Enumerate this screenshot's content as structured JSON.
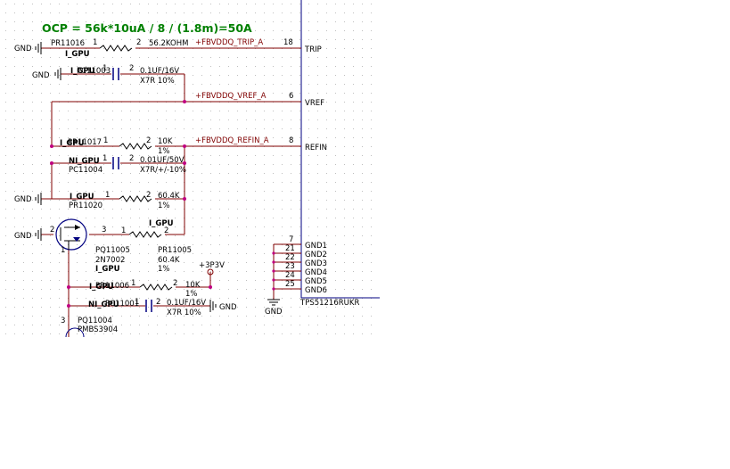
{
  "colors": {
    "wire": "#800000",
    "grid": "#bfbfbf",
    "equation": "#008000",
    "net": "#800000",
    "body": "#000080",
    "junction": "#c00080",
    "ic_line": "#000080"
  },
  "equation": "OCP = 56k*10uA / 8 / (1.8m)=50A",
  "gnd_label": "GND",
  "supply_label": "+3P3V",
  "ic": {
    "name": "TPS51216RUKR",
    "pins": [
      {
        "num": "18",
        "name": "TRIP"
      },
      {
        "num": "6",
        "name": "VREF"
      },
      {
        "num": "8",
        "name": "REFIN"
      }
    ],
    "gnd_pins": [
      {
        "num": "7",
        "name": "GND1"
      },
      {
        "num": "21",
        "name": "GND2"
      },
      {
        "num": "22",
        "name": "GND3"
      },
      {
        "num": "23",
        "name": "GND4"
      },
      {
        "num": "24",
        "name": "GND5"
      },
      {
        "num": "25",
        "name": "GND6"
      }
    ]
  },
  "nets": {
    "trip": "+FBVDDQ_TRIP_A",
    "vref": "+FBVDDQ_VREF_A",
    "refin": "+FBVDDQ_REFIN_A"
  },
  "parts": {
    "pr11016": {
      "ref": "PR11016",
      "group": "I_GPU",
      "value": "56.2KOHM",
      "p1": "1",
      "p2": "2"
    },
    "pc11003": {
      "ref": "PC11003",
      "group": "I_GPU",
      "value": "0.1UF/16V",
      "value2": "X7R 10%",
      "p1": "1",
      "p2": "2"
    },
    "pr11017": {
      "ref": "PR11017",
      "group": "I_GPU",
      "value": "10K",
      "value2": "1%",
      "p1": "1",
      "p2": "2"
    },
    "pc11004": {
      "ref": "PC11004",
      "group": "NI_GPU",
      "value": "0.01UF/50V",
      "value2": "X7R/+/-10%",
      "p1": "1",
      "p2": "2"
    },
    "pr11020": {
      "ref": "PR11020",
      "group": "I_GPU",
      "value": "60.4K",
      "value2": "1%",
      "p1": "1",
      "p2": "2"
    },
    "pq11005": {
      "ref": "PQ11005",
      "type": "2N7002",
      "group": "I_GPU",
      "p2": "2",
      "p3": "3",
      "p1": "1"
    },
    "pr11005": {
      "ref": "PR11005",
      "group": "I_GPU",
      "value": "60.4K",
      "value2": "1%",
      "p1": "1",
      "p2": "2"
    },
    "pr11006": {
      "ref": "PR11006",
      "group": "I_GPU",
      "value": "10K",
      "value2": "1%",
      "p1": "1",
      "p2": "2"
    },
    "pc11001": {
      "ref": "PC11001",
      "group": "NI_GPU",
      "value": "0.1UF/16V",
      "value2": "X7R 10%",
      "p1": "1",
      "p2": "2"
    },
    "pq11004": {
      "ref": "PQ11004",
      "type": "PMBS3904",
      "p3": "3"
    }
  }
}
